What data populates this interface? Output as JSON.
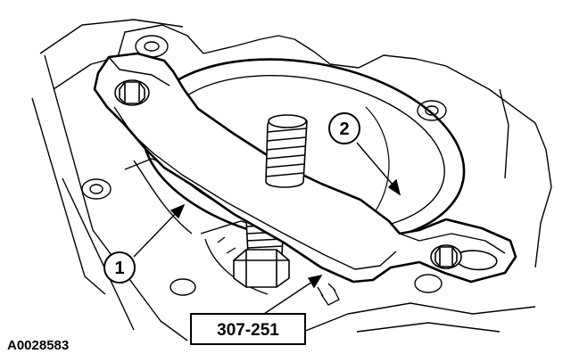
{
  "figure": {
    "id": "A0028583",
    "tool_label": "307-251",
    "callouts": [
      {
        "number": "1",
        "target": "holding-fixture"
      },
      {
        "number": "2",
        "target": "cover-plate"
      }
    ]
  },
  "colors": {
    "line": "#000000",
    "background": "#ffffff",
    "fixture_fill": "#ffffff"
  }
}
